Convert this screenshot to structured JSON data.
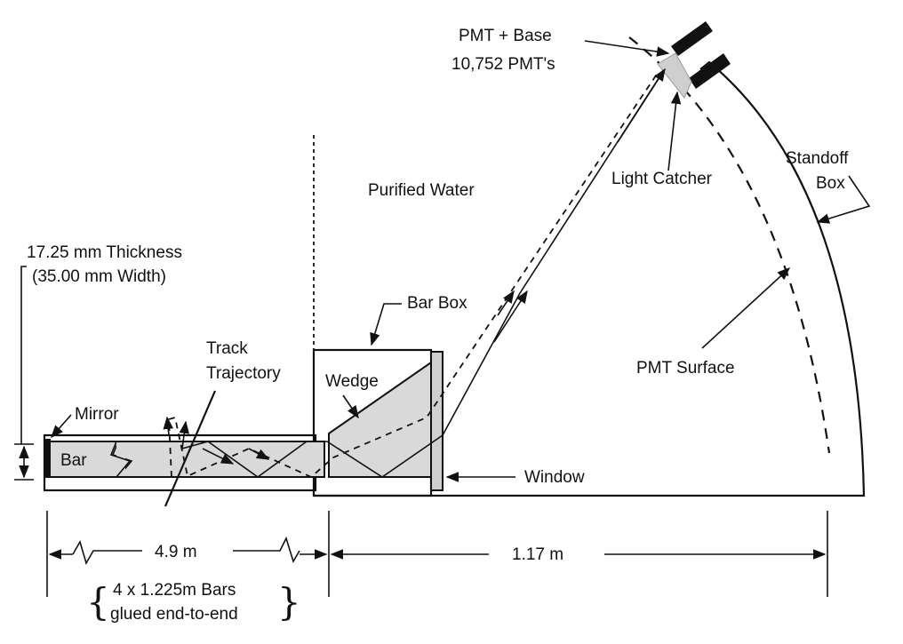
{
  "labels": {
    "pmt_base": "PMT + Base",
    "pmt_count": "10,752 PMT's",
    "standoff_line1": "Standoff",
    "standoff_line2": "Box",
    "light_catcher": "Light Catcher",
    "purified_water": "Purified Water",
    "thickness": "17.25 mm Thickness",
    "width": "(35.00 mm Width)",
    "bar_box": "Bar Box",
    "track_line1": "Track",
    "track_line2": "Trajectory",
    "wedge": "Wedge",
    "pmt_surface": "PMT Surface",
    "mirror": "Mirror",
    "bar": "Bar",
    "window": "Window",
    "dim_bar_length": "4.9 m",
    "dim_standoff_length": "1.17 m",
    "bars_line1": "4 x 1.225m Bars",
    "bars_line2": "glued end-to-end",
    "brace_left": "{",
    "brace_right": "}"
  },
  "colors": {
    "ink": "#111111",
    "glass_fill": "#d9d9d9",
    "background": "#ffffff"
  }
}
